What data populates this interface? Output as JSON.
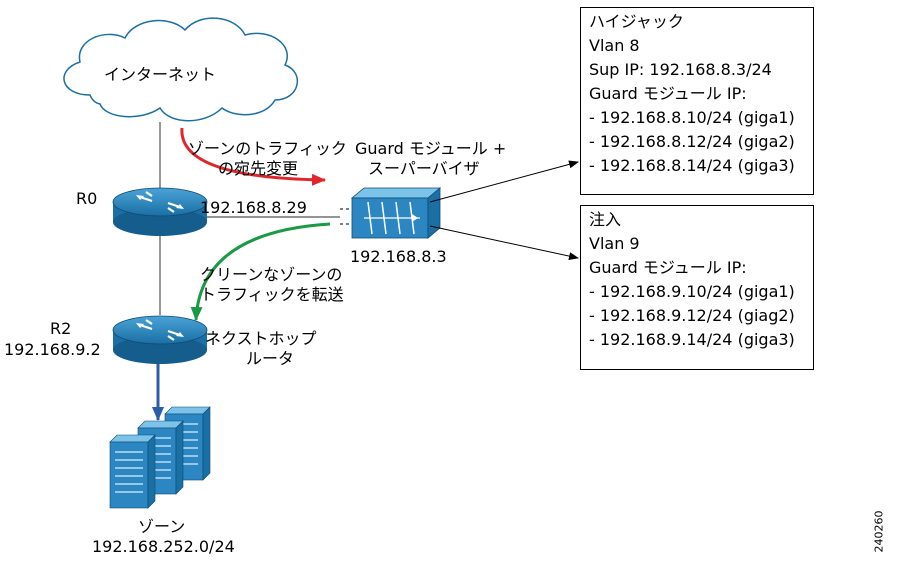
{
  "cloud_label": "インターネット",
  "hijack_note": [
    "ゾーンのトラフィック",
    "の宛先変更"
  ],
  "device_title": [
    "Guard モジュール +",
    "スーパーバイザ"
  ],
  "r0": {
    "name": "R0",
    "ip": "192.168.8.29"
  },
  "device_ip": "192.168.8.3",
  "forward_note": [
    "クリーンなゾーンの",
    "トラフィックを転送"
  ],
  "r2": {
    "name": "R2",
    "ip": "192.168.9.2"
  },
  "nexthop": [
    "ネクストホップ",
    "ルータ"
  ],
  "zone": {
    "name": "ゾーン",
    "subnet": "192.168.252.0/24"
  },
  "hijack_box": {
    "title": "ハイジャック",
    "vlan": "Vlan 8",
    "sup_ip": "Sup IP: 192.168.8.3/24",
    "guard_label": "Guard モジュール IP:",
    "ips": [
      "- 192.168.8.10/24 (giga1)",
      "- 192.168.8.12/24 (giga2)",
      "- 192.168.8.14/24 (giga3)"
    ]
  },
  "inject_box": {
    "title": "注入",
    "vlan": "Vlan 9",
    "guard_label": "Guard モジュール IP:",
    "ips": [
      "- 192.168.9.10/24 (giga1)",
      "- 192.168.9.12/24 (giag2)",
      "- 192.168.9.14/24 (giga3)"
    ]
  },
  "figure_id": "240260",
  "colors": {
    "router": "#1a6fa5",
    "red_arrow": "#e0262a",
    "green_arrow": "#1b9a44",
    "blue_arrow": "#2a5ea8",
    "server": "#1a6fa5"
  }
}
